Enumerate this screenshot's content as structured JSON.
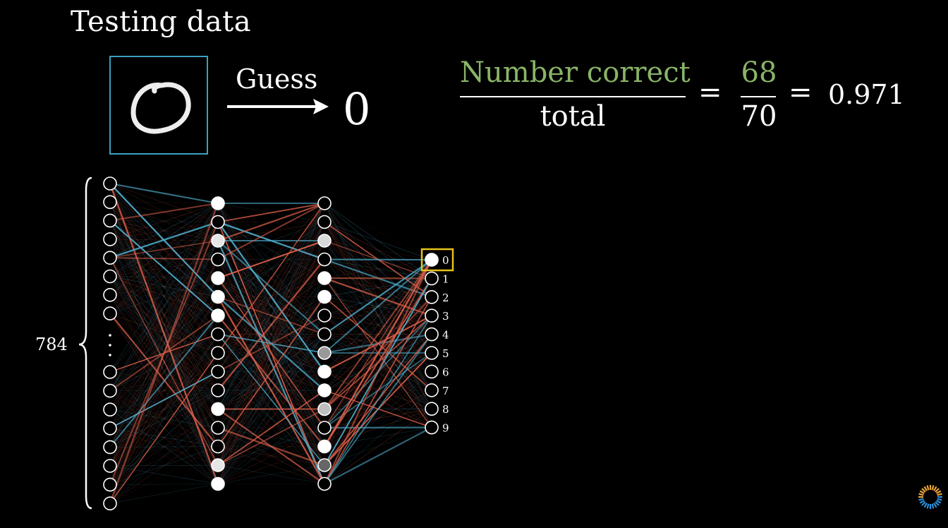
{
  "title": "Testing data",
  "guess": {
    "label": "Guess",
    "digit": "0",
    "arrow_icon": "right-arrow-icon"
  },
  "accuracy": {
    "numerator_label": "Number correct",
    "denominator_label": "total",
    "correct": "68",
    "total": "70",
    "equals": "=",
    "value": "0.971"
  },
  "network": {
    "input_count_label": "784",
    "output_labels": [
      "0",
      "1",
      "2",
      "3",
      "4",
      "5",
      "6",
      "7",
      "8",
      "9"
    ],
    "predicted_label": "0"
  },
  "colors": {
    "frame": "#3aa0c0",
    "highlight": "#e6c21a",
    "green": "#8ab468",
    "edge_red": "#e0604a",
    "edge_blue": "#4fb0cf"
  },
  "spinner_icon": "loading-spinner-icon"
}
